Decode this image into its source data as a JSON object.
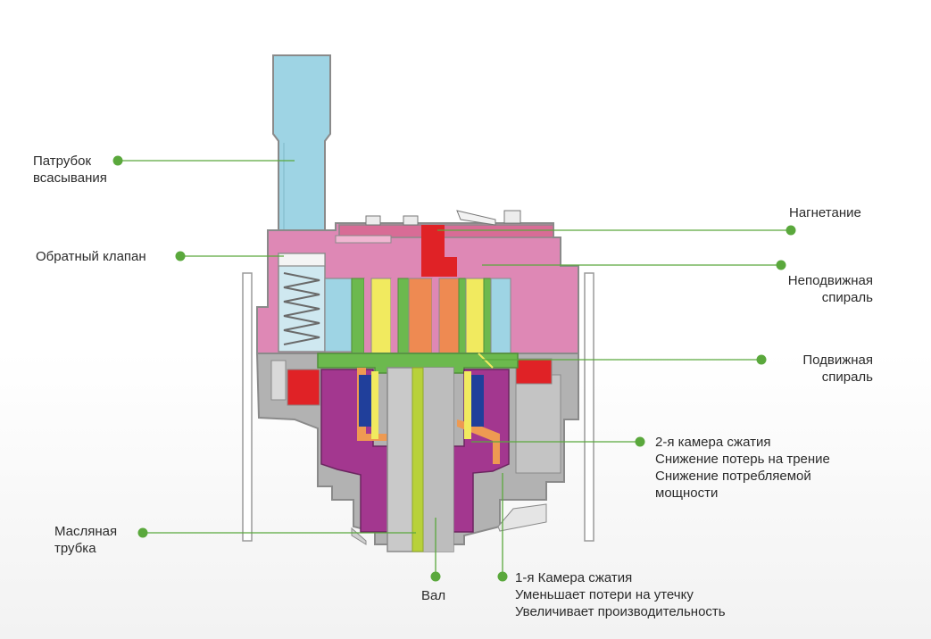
{
  "labels": {
    "suction_pipe": [
      "Патрубок",
      "всасывания"
    ],
    "check_valve": [
      "Обратный клапан"
    ],
    "discharge": [
      "Нагнетание"
    ],
    "fixed_scroll": [
      "Неподвижная",
      "спираль"
    ],
    "orbiting_scroll": [
      "Подвижная",
      "спираль"
    ],
    "second_chamber": [
      "2-я камера сжатия",
      "Снижение потерь на трение",
      "Снижение потребляемой",
      "мощности"
    ],
    "oil_tube": [
      "Масляная",
      "трубка"
    ],
    "shaft": [
      "Вал"
    ],
    "first_chamber": [
      "1-я Камера сжатия",
      "Уменьшает потери на утечку",
      "Увеличивает производительность"
    ]
  },
  "colors": {
    "leader": "#5aa83c",
    "suction": "#9ed4e4",
    "fixed_scroll": "#de88b5",
    "orbiting_scroll": "#6cb94e",
    "discharge": "#e02226",
    "housing": "#b2b2b2",
    "bearing": "#a3378f",
    "oil": "#ee9a52",
    "shaft": "#c9c9c9",
    "oil_tube": "#b8d13a",
    "chamber_yellow": "#f1ea5f",
    "chamber_orange": "#ee8a52",
    "spring": "#a8d3e0",
    "seal_blue": "#203f9b"
  }
}
